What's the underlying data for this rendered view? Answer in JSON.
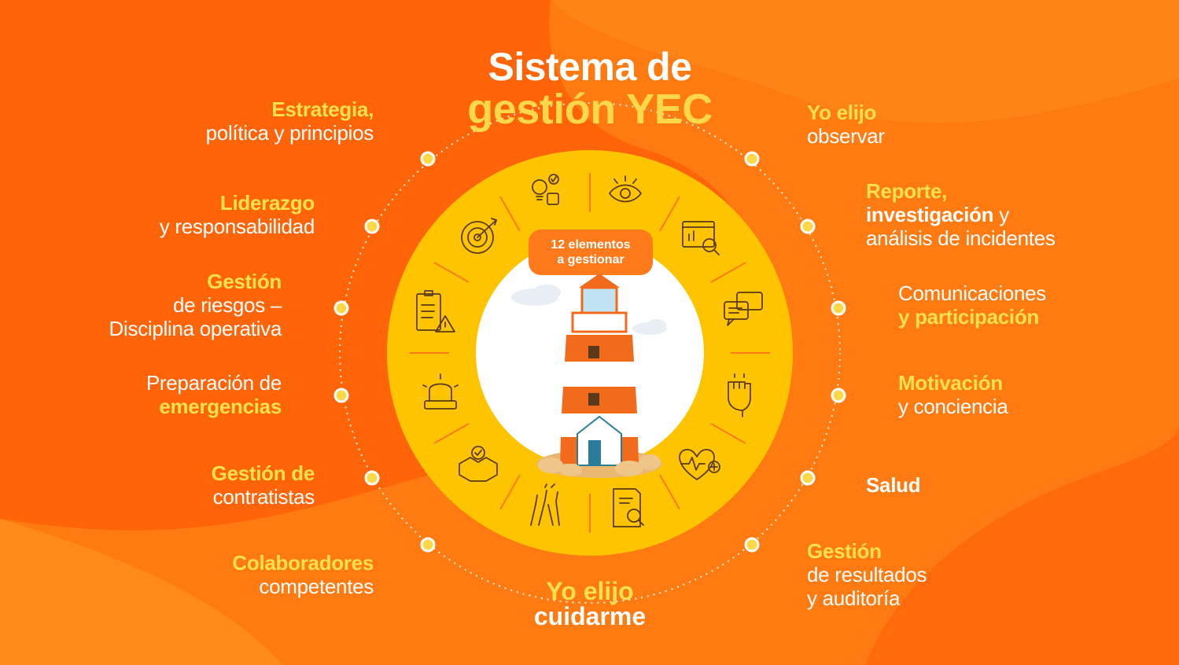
{
  "title": {
    "line1": "Sistema de",
    "line2": "gestión YEC"
  },
  "badge": {
    "line1": "12 elementos",
    "line2": "a gestionar"
  },
  "bottom": {
    "line1": "Yo elijo",
    "line2": "cuidarme"
  },
  "colors": {
    "background": "#ff6a0d",
    "ring": "#ffc400",
    "highlight": "#ffe14d",
    "icon_stroke": "#5a3a1a"
  },
  "left_labels": [
    {
      "hl": "Estrategia,",
      "text": "política y principios"
    },
    {
      "hl": "Liderazgo",
      "text": "y responsabilidad"
    },
    {
      "hl": "Gestión",
      "text": "de riesgos –",
      "text2": "Disciplina operativa"
    },
    {
      "text": "Preparación de",
      "hl": "emergencias"
    },
    {
      "hl": "Gestión de",
      "text": "contratistas"
    },
    {
      "hl": "Colaboradores",
      "text": "competentes"
    }
  ],
  "right_labels": [
    {
      "hl": "Yo elijo",
      "text": "observar"
    },
    {
      "hl": "Reporte,",
      "bold": "investigación",
      "tail": " y",
      "text": "análisis de incidentes"
    },
    {
      "text": "Comunicaciones",
      "hl": "y participación"
    },
    {
      "hl": "Motivación",
      "text": "y conciencia"
    },
    {
      "bold": "Salud"
    },
    {
      "hl": "Gestión",
      "text": "de resultados",
      "text2": "y auditoría"
    }
  ],
  "icons": [
    "idea-puzzle-icon",
    "eye-icon",
    "dashboard-search-icon",
    "chat-bubbles-icon",
    "raised-fist-icon",
    "heart-health-icon",
    "report-search-icon",
    "high-five-icon",
    "handshake-icon",
    "alarm-light-icon",
    "checklist-warning-icon",
    "target-arrow-icon"
  ]
}
